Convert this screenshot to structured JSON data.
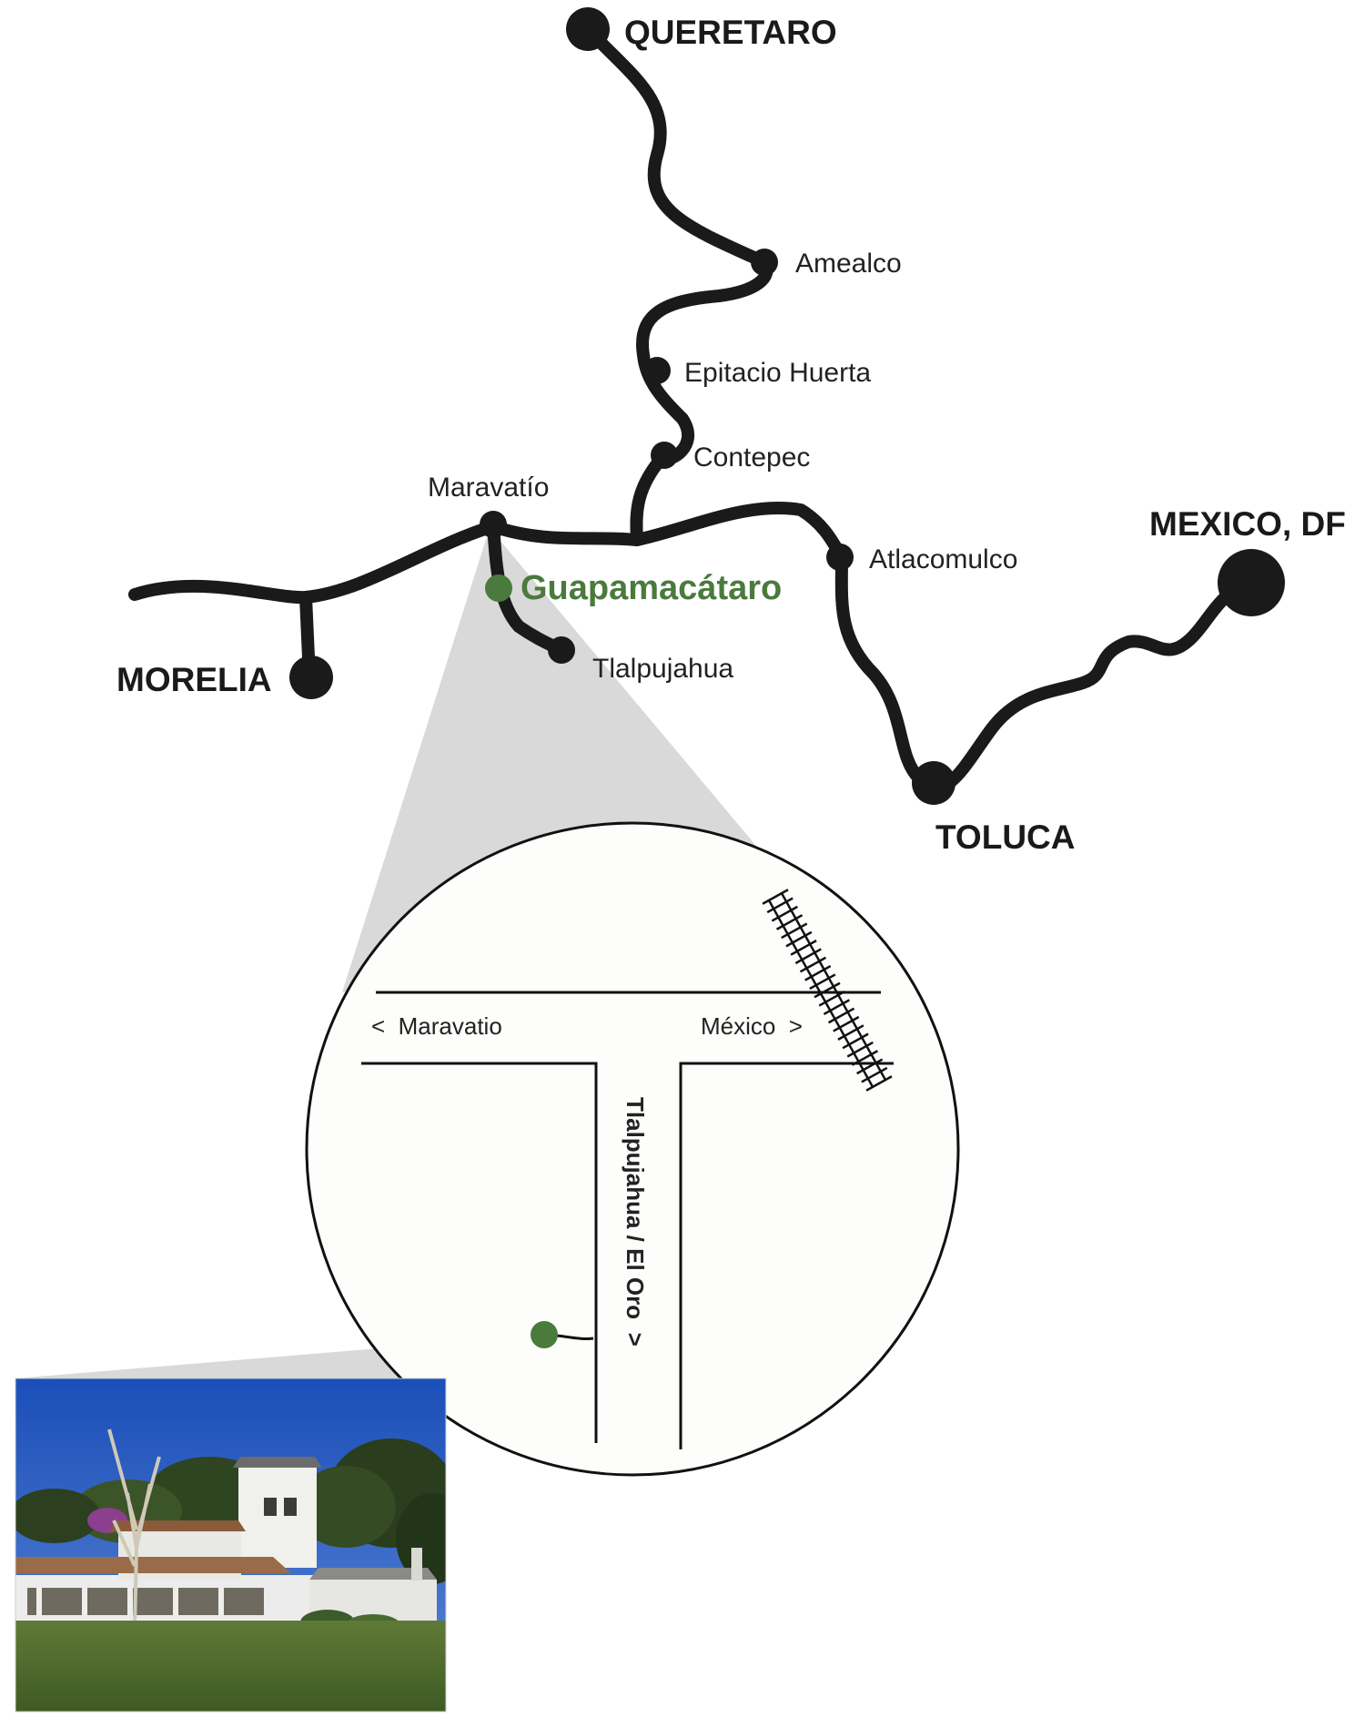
{
  "map": {
    "cities": {
      "queretaro": "QUERETARO",
      "morelia": "MORELIA",
      "mexico_df": "MEXICO, DF",
      "toluca": "TOLUCA"
    },
    "towns": {
      "amealco": "Amealco",
      "epitacio_huerta": "Epitacio Huerta",
      "contepec": "Contepec",
      "maravatio": "Maravatío",
      "atlacomulco": "Atlacomulco",
      "tlalpujahua": "Tlalpujahua"
    },
    "destination": {
      "name": "Guapamacátaro",
      "color": "#4a7a3c"
    }
  },
  "detail": {
    "west_label": "<  Maravatio",
    "east_label": "México  >",
    "south_label": "Tlalpujahua / El Oro  >"
  },
  "colors": {
    "road": "#1a1a1a",
    "callout": "#d9d9d9",
    "inset_bg": "#fdfdfb",
    "marker": "#4a7a3c"
  }
}
